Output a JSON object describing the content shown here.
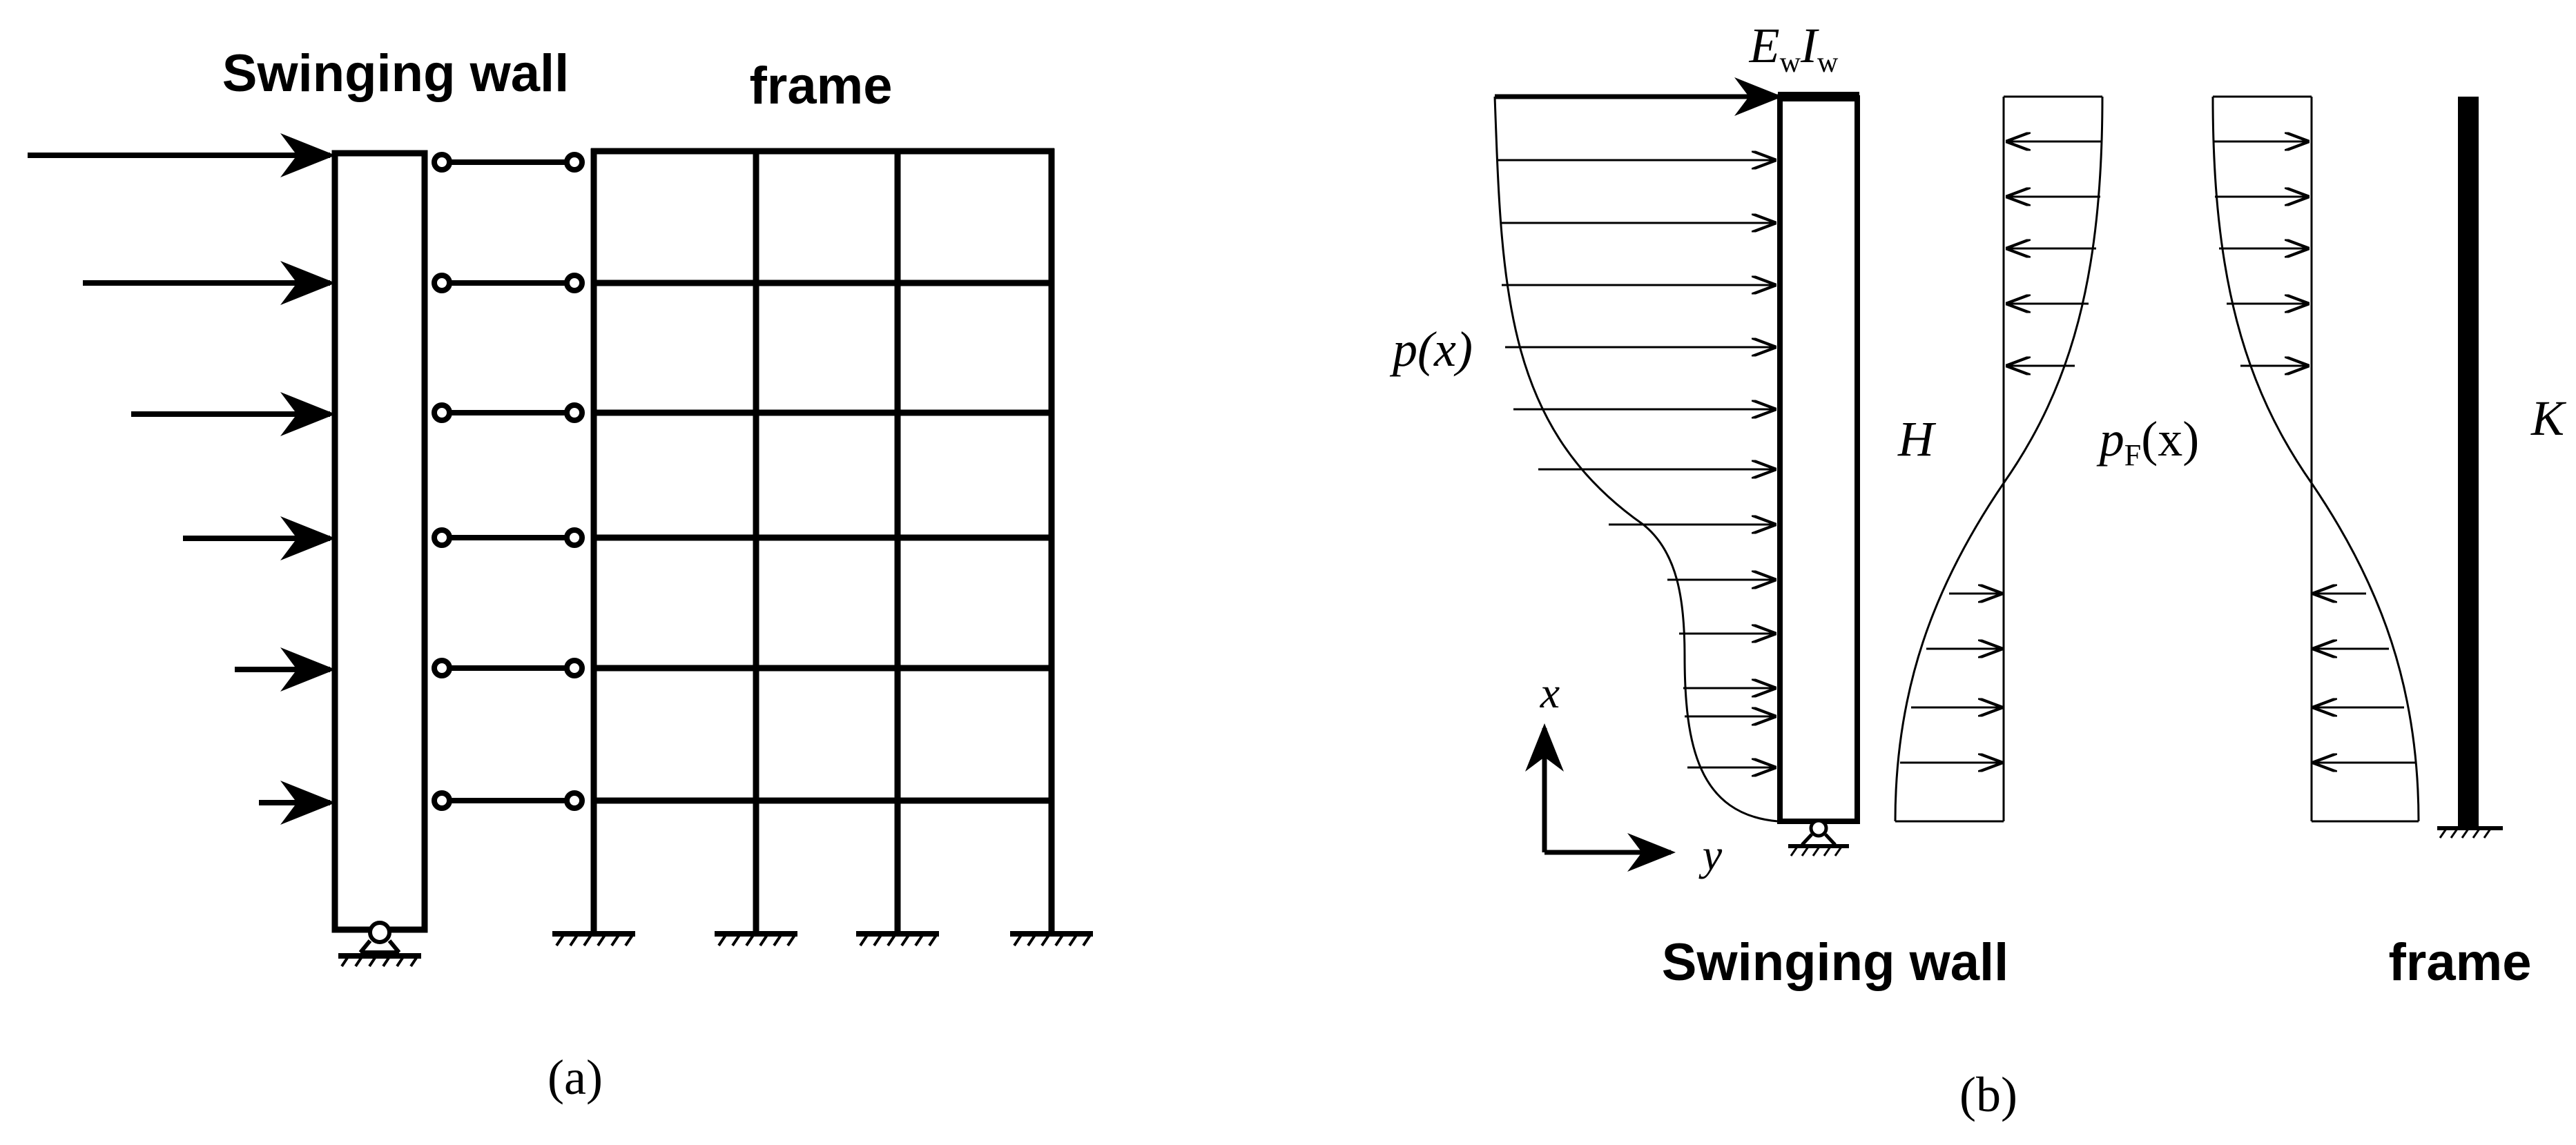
{
  "panel_a": {
    "title_wall": "Swinging wall",
    "title_frame": "frame",
    "caption": "(a)"
  },
  "panel_b": {
    "ei_E": "E",
    "ei_sub1": "w",
    "ei_I": "I",
    "ei_sub2": "w",
    "load_p": "p(x)",
    "height": "H",
    "frame_load_p": "p",
    "frame_load_sub": "F",
    "frame_load_arg": "(x)",
    "stiffness": "K",
    "axis_x": "x",
    "axis_y": "y",
    "label_wall": "Swinging wall",
    "label_frame": "frame",
    "caption": "(b)"
  }
}
